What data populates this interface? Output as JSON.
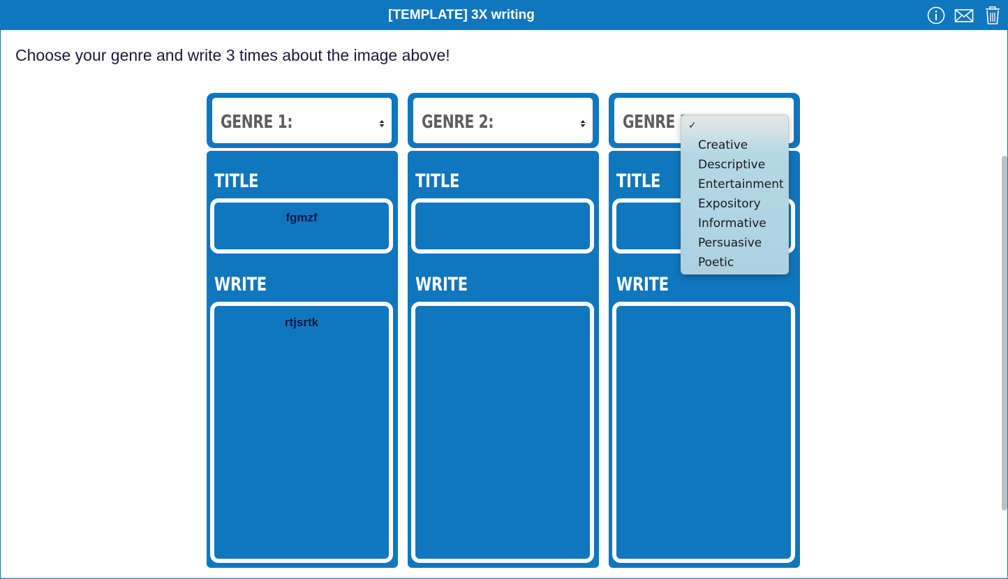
{
  "window": {
    "title": "[TEMPLATE] 3X writing"
  },
  "toolbar": {
    "icons": [
      "info-icon",
      "mail-icon",
      "trash-icon"
    ]
  },
  "instruction": "Choose your genre and write 3 times about the image above!",
  "columns": [
    {
      "genre_label": "GENRE 1:",
      "title_label": "TITLE",
      "title_value": "fgmzf",
      "write_label": "WRITE",
      "write_value": "rtjsrtk"
    },
    {
      "genre_label": "GENRE 2:",
      "title_label": "TITLE",
      "title_value": "",
      "write_label": "WRITE",
      "write_value": ""
    },
    {
      "genre_label": "GENRE 3",
      "title_label": "TITLE",
      "title_value": "",
      "write_label": "WRITE",
      "write_value": ""
    }
  ],
  "genre_dropdown": {
    "check_mark": "✓",
    "options": [
      "Creative",
      "Descriptive",
      "Entertainment",
      "Expository",
      "Informative",
      "Persuasive",
      "Poetic"
    ]
  },
  "colors": {
    "accent": "#1076bd",
    "text_dark": "#1a1a3a",
    "field_text": "#0b1a4a",
    "genre_text": "#5e5e5e"
  }
}
